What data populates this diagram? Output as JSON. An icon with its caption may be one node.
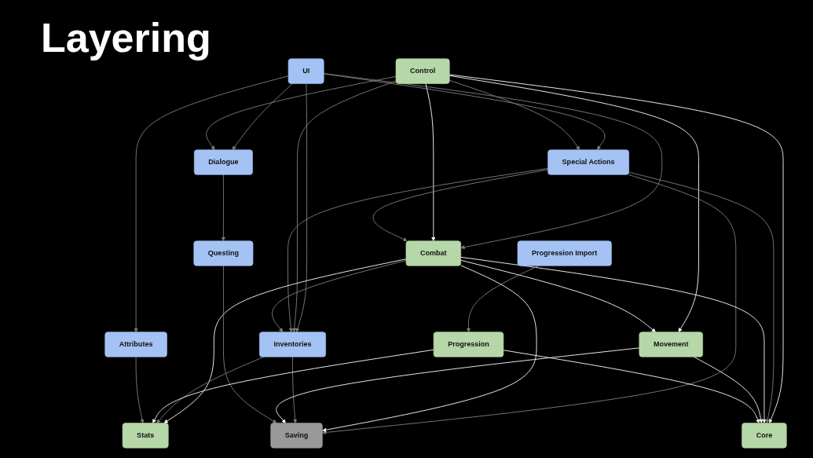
{
  "diagram": {
    "title": "Layering",
    "nodes": [
      {
        "text": [
          "UI"
        ]
      },
      {
        "text": [
          "Control"
        ]
      },
      {
        "text": [
          "Special Actions"
        ]
      },
      {
        "text": [
          "Combat"
        ]
      },
      {
        "text": [
          "Dialogue"
        ]
      },
      {
        "text": [
          "Inventories"
        ]
      },
      {
        "text": [
          "Movement"
        ]
      },
      {
        "text": [
          "Progression Import"
        ]
      },
      {
        "text": [
          "Questing"
        ]
      },
      {
        "text": [
          "Progression"
        ]
      },
      {
        "text": [
          "Attributes"
        ]
      },
      {
        "text": [
          "Saving"
        ]
      },
      {
        "text": [
          "Core"
        ]
      },
      {
        "text": [
          "Stats"
        ]
      }
    ],
    "edges": [
      {
        "from": 0,
        "to": 2,
        "arrow": "to"
      },
      {
        "from": 0,
        "to": 3,
        "arrow": "to"
      },
      {
        "from": 0,
        "to": 4,
        "arrow": "to"
      },
      {
        "from": 0,
        "to": 5,
        "arrow": "to"
      },
      {
        "from": 0,
        "to": 10,
        "arrow": "to"
      },
      {
        "from": 1,
        "to": 2,
        "arrow": "to"
      },
      {
        "from": 1,
        "to": 3,
        "arrow": "to",
        "color": "#ffffff"
      },
      {
        "from": 1,
        "to": 4,
        "arrow": "to"
      },
      {
        "from": 1,
        "to": 5,
        "arrow": "to"
      },
      {
        "from": 1,
        "to": 6,
        "arrow": "to",
        "color": "#ffffff"
      },
      {
        "from": 1,
        "to": 12,
        "arrow": "to",
        "color": "#ffffff"
      },
      {
        "from": 2,
        "to": 3,
        "arrow": "to"
      },
      {
        "from": 2,
        "to": 5,
        "arrow": "to"
      },
      {
        "from": 2,
        "to": 11,
        "arrow": "to"
      },
      {
        "from": 2,
        "to": 12,
        "arrow": "to"
      },
      {
        "from": 3,
        "to": 5,
        "arrow": "to"
      },
      {
        "from": 3,
        "to": 6,
        "arrow": "to",
        "color": "#ffffff"
      },
      {
        "from": 3,
        "to": 11,
        "arrow": "to",
        "color": "#ffffff"
      },
      {
        "from": 3,
        "to": 12,
        "arrow": "to",
        "color": "#ffffff"
      },
      {
        "from": 3,
        "to": 13,
        "arrow": "to",
        "color": "#ffffff"
      },
      {
        "from": 4,
        "to": 8,
        "arrow": "to"
      },
      {
        "from": 5,
        "to": 11,
        "arrow": "to"
      },
      {
        "from": 5,
        "to": 13,
        "arrow": "to"
      },
      {
        "from": 6,
        "to": 11,
        "arrow": "to",
        "color": "#ffffff"
      },
      {
        "from": 6,
        "to": 12,
        "arrow": "to",
        "color": "#ffffff"
      },
      {
        "from": 7,
        "to": 9,
        "arrow": "to"
      },
      {
        "from": 8,
        "to": 11,
        "arrow": "to"
      },
      {
        "from": 9,
        "to": 12,
        "arrow": "to",
        "color": "#ffffff"
      },
      {
        "from": 9,
        "to": 13,
        "arrow": "to",
        "color": "#ffffff"
      },
      {
        "from": 10,
        "to": 13,
        "arrow": "to"
      }
    ]
  }
}
